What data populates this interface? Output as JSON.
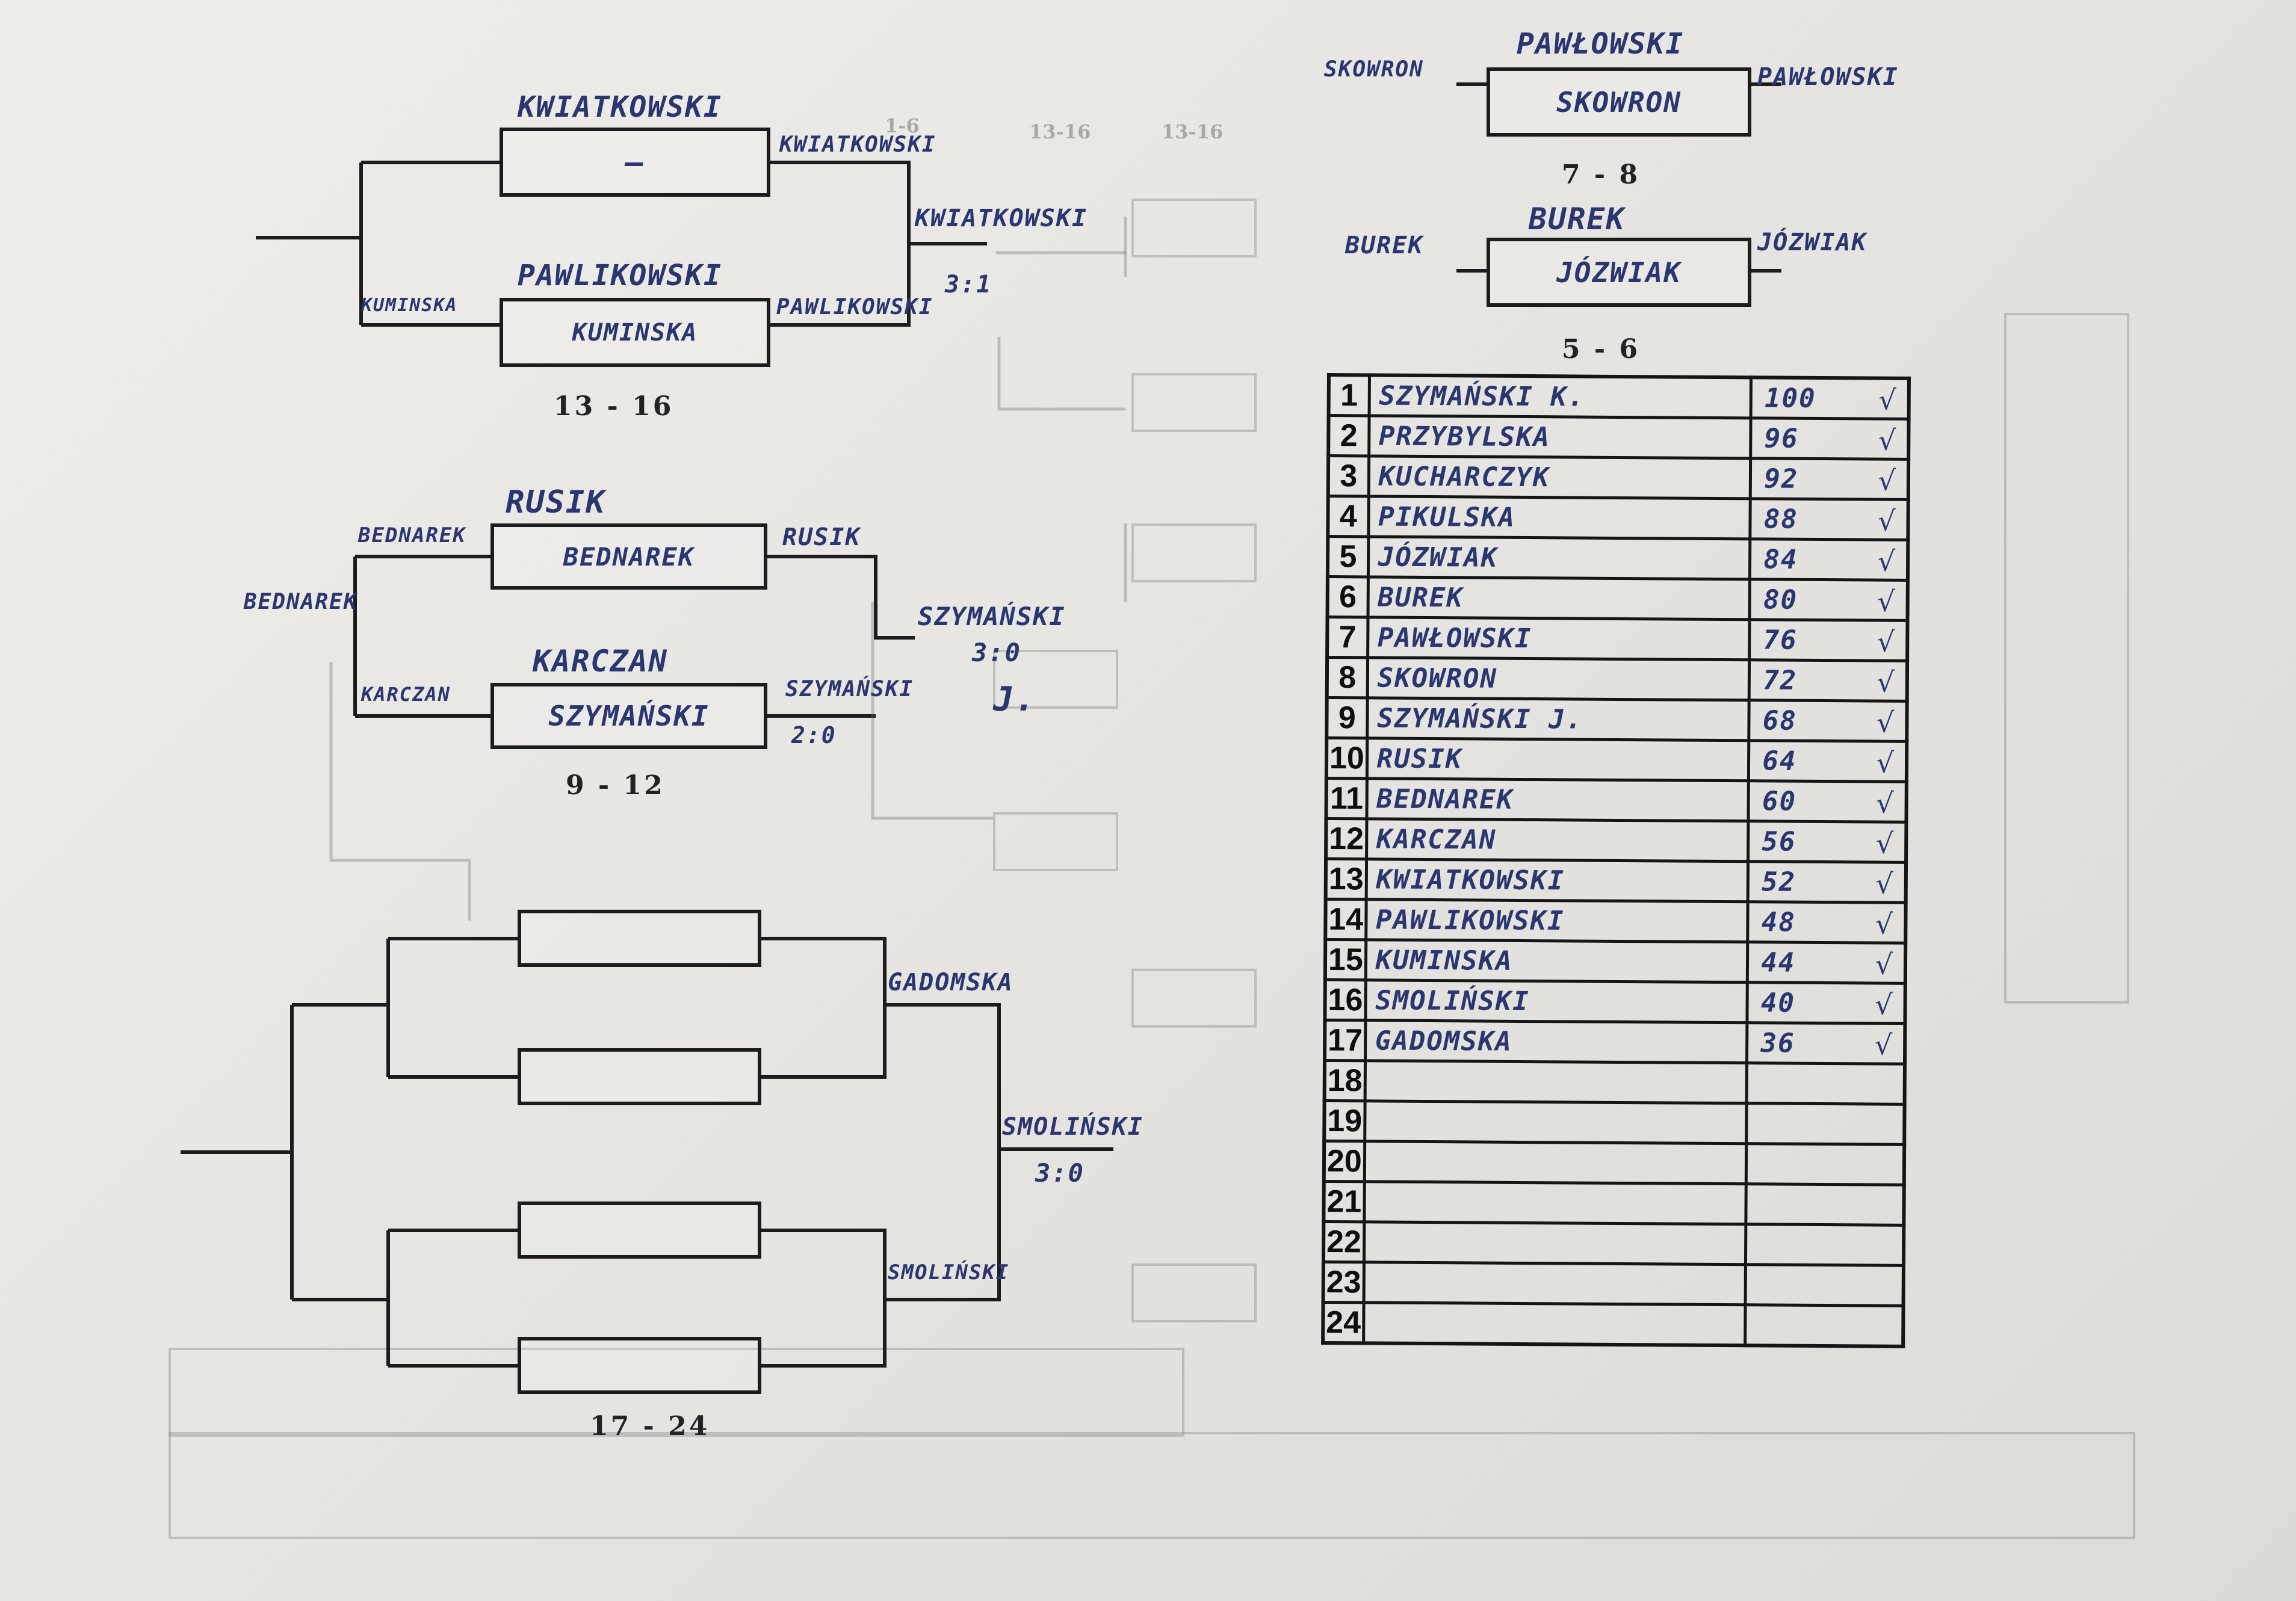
{
  "bracket_13_16": {
    "caption": "13 - 16",
    "match1_top": "KWIATKOWSKI",
    "match1_bottom": "—",
    "match1_winner": "KWIATKOWSKI",
    "match2_top": "PAWLIKOWSKI",
    "match2_bottom": "KUMINSKA",
    "match2_winner": "PAWLIKOWSKI",
    "final_winner": "KWIATKOWSKI",
    "final_loser": "KUMINSKA",
    "final_score": "3:1"
  },
  "bracket_9_12": {
    "caption": "9 - 12",
    "match1_top": "RUSIK",
    "match1_bottom": "BEDNAREK",
    "match1_winner": "RUSIK",
    "match2_top": "KARCZAN",
    "match2_bottom": "SZYMAŃSKI",
    "match2_winner": "SZYMAŃSKI",
    "match2_score": "2:0",
    "final_winner": "SZYMAŃSKI",
    "final_score": "3:0",
    "final_suffix": "J.",
    "final_loser_left": "BEDNAREK",
    "loser_left_2": "KARCZAN"
  },
  "bracket_7_8": {
    "caption": "7 - 8",
    "top": "PAWŁOWSKI",
    "bottom": "SKOWRON",
    "left": "SKOWRON",
    "right": "PAWŁOWSKI"
  },
  "bracket_5_6": {
    "caption": "5 - 6",
    "top": "BUREK",
    "bottom": "JÓZWIAK",
    "left": "BUREK",
    "right": "JÓZWIAK"
  },
  "bracket_17_24": {
    "caption": "17 - 24",
    "winner_top": "GADOMSKA",
    "winner_final": "SMOLIŃSKI",
    "final_score": "3:0",
    "winner_bottom": "SMOLIŃSKI"
  },
  "faint_labels": {
    "l1": "1-6",
    "l2": "13-16",
    "l3": "13-16"
  },
  "rankings": [
    {
      "n": "1",
      "name": "SZYMAŃSKI K.",
      "score": "100",
      "check": "√"
    },
    {
      "n": "2",
      "name": "PRZYBYLSKA",
      "score": "96",
      "check": "√"
    },
    {
      "n": "3",
      "name": "KUCHARCZYK",
      "score": "92",
      "check": "√"
    },
    {
      "n": "4",
      "name": "PIKULSKA",
      "score": "88",
      "check": "√"
    },
    {
      "n": "5",
      "name": "JÓZWIAK",
      "score": "84",
      "check": "√"
    },
    {
      "n": "6",
      "name": "BUREK",
      "score": "80",
      "check": "√"
    },
    {
      "n": "7",
      "name": "PAWŁOWSKI",
      "score": "76",
      "check": "√"
    },
    {
      "n": "8",
      "name": "SKOWRON",
      "score": "72",
      "check": "√"
    },
    {
      "n": "9",
      "name": "SZYMAŃSKI J.",
      "score": "68",
      "check": "√"
    },
    {
      "n": "10",
      "name": "RUSIK",
      "score": "64",
      "check": "√"
    },
    {
      "n": "11",
      "name": "BEDNAREK",
      "score": "60",
      "check": "√"
    },
    {
      "n": "12",
      "name": "KARCZAN",
      "score": "56",
      "check": "√"
    },
    {
      "n": "13",
      "name": "KWIATKOWSKI",
      "score": "52",
      "check": "√"
    },
    {
      "n": "14",
      "name": "PAWLIKOWSKI",
      "score": "48",
      "check": "√"
    },
    {
      "n": "15",
      "name": "KUMINSKA",
      "score": "44",
      "check": "√"
    },
    {
      "n": "16",
      "name": "SMOLIŃSKI",
      "score": "40",
      "check": "√"
    },
    {
      "n": "17",
      "name": "GADOMSKA",
      "score": "36",
      "check": "√"
    },
    {
      "n": "18",
      "name": "",
      "score": "",
      "check": ""
    },
    {
      "n": "19",
      "name": "",
      "score": "",
      "check": ""
    },
    {
      "n": "20",
      "name": "",
      "score": "",
      "check": ""
    },
    {
      "n": "21",
      "name": "",
      "score": "",
      "check": ""
    },
    {
      "n": "22",
      "name": "",
      "score": "",
      "check": ""
    },
    {
      "n": "23",
      "name": "",
      "score": "",
      "check": ""
    },
    {
      "n": "24",
      "name": "",
      "score": "",
      "check": ""
    }
  ]
}
